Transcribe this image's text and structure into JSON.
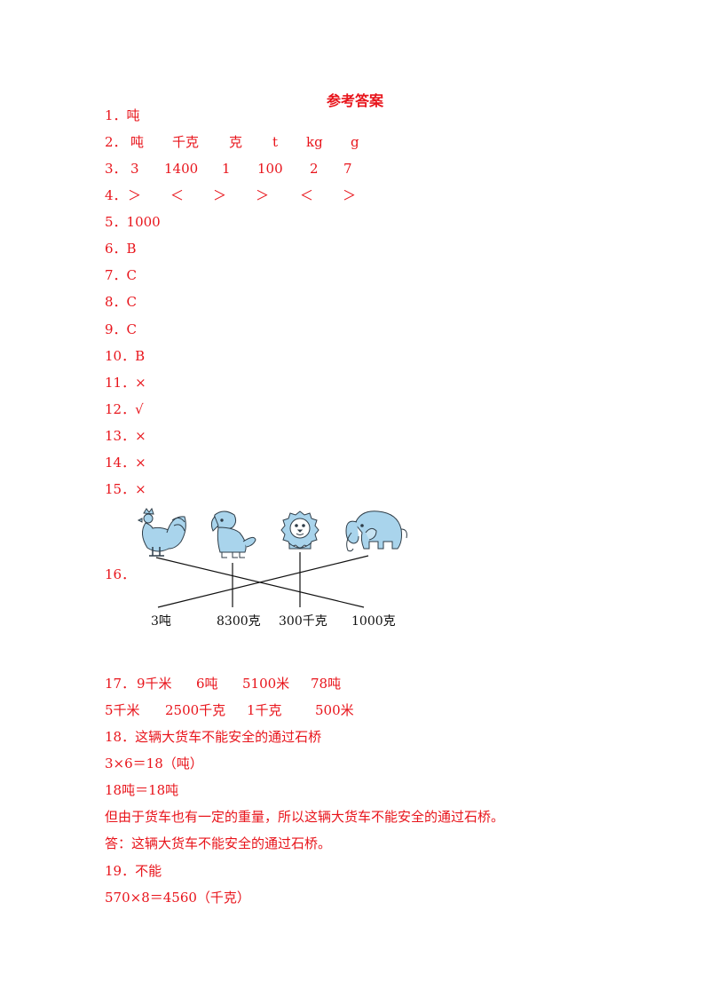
{
  "title": "参考答案",
  "answers": {
    "a1": {
      "num": "1．",
      "text": "吨"
    },
    "a2": {
      "num": "2．",
      "items": [
        "吨",
        "千克",
        "克",
        "t",
        "kg",
        "g"
      ]
    },
    "a3": {
      "num": "3．",
      "items": [
        "3",
        "1400",
        "1",
        "100",
        "2",
        "7"
      ]
    },
    "a4": {
      "num": "4．",
      "items": [
        "＞",
        "＜",
        "＞",
        "＞",
        "＜",
        "＞"
      ]
    },
    "a5": {
      "num": "5．",
      "text": "1000"
    },
    "a6": {
      "num": "6．",
      "text": "B"
    },
    "a7": {
      "num": "7．",
      "text": "C"
    },
    "a8": {
      "num": "8．",
      "text": "C"
    },
    "a9": {
      "num": "9．",
      "text": "C"
    },
    "a10": {
      "num": "10．",
      "text": "B"
    },
    "a11": {
      "num": "11．",
      "text": "×"
    },
    "a12": {
      "num": "12．",
      "text": "√"
    },
    "a13": {
      "num": "13．",
      "text": "×"
    },
    "a14": {
      "num": "14．",
      "text": "×"
    },
    "a15": {
      "num": "15．",
      "text": "×"
    },
    "a16": {
      "num": "16．"
    },
    "a17": {
      "num": "17．",
      "row1": [
        "9千米",
        "6吨",
        "5100米",
        "78吨"
      ],
      "row2": [
        "5千米",
        "2500千克",
        "1千克",
        "500米"
      ]
    },
    "a18": {
      "num": "18．",
      "lines": [
        "这辆大货车不能安全的通过石桥",
        "3×6＝18（吨）",
        "18吨＝18吨",
        "但由于货车也有一定的重量，所以这辆大货车不能安全的通过石桥。",
        "答：这辆大货车不能安全的通过石桥。"
      ]
    },
    "a19": {
      "num": "19．",
      "lines": [
        "不能",
        "570×8＝4560（千克）"
      ]
    }
  },
  "matching": {
    "animals": [
      "rooster-icon",
      "dog-icon",
      "lion-icon",
      "elephant-icon"
    ],
    "labels": [
      "3吨",
      "8300克",
      "300千克",
      "1000克"
    ],
    "colors": {
      "animal": "#a9d4ec",
      "outline": "#2f3d48",
      "lines": "#111111",
      "answers": "#e8141b"
    }
  }
}
